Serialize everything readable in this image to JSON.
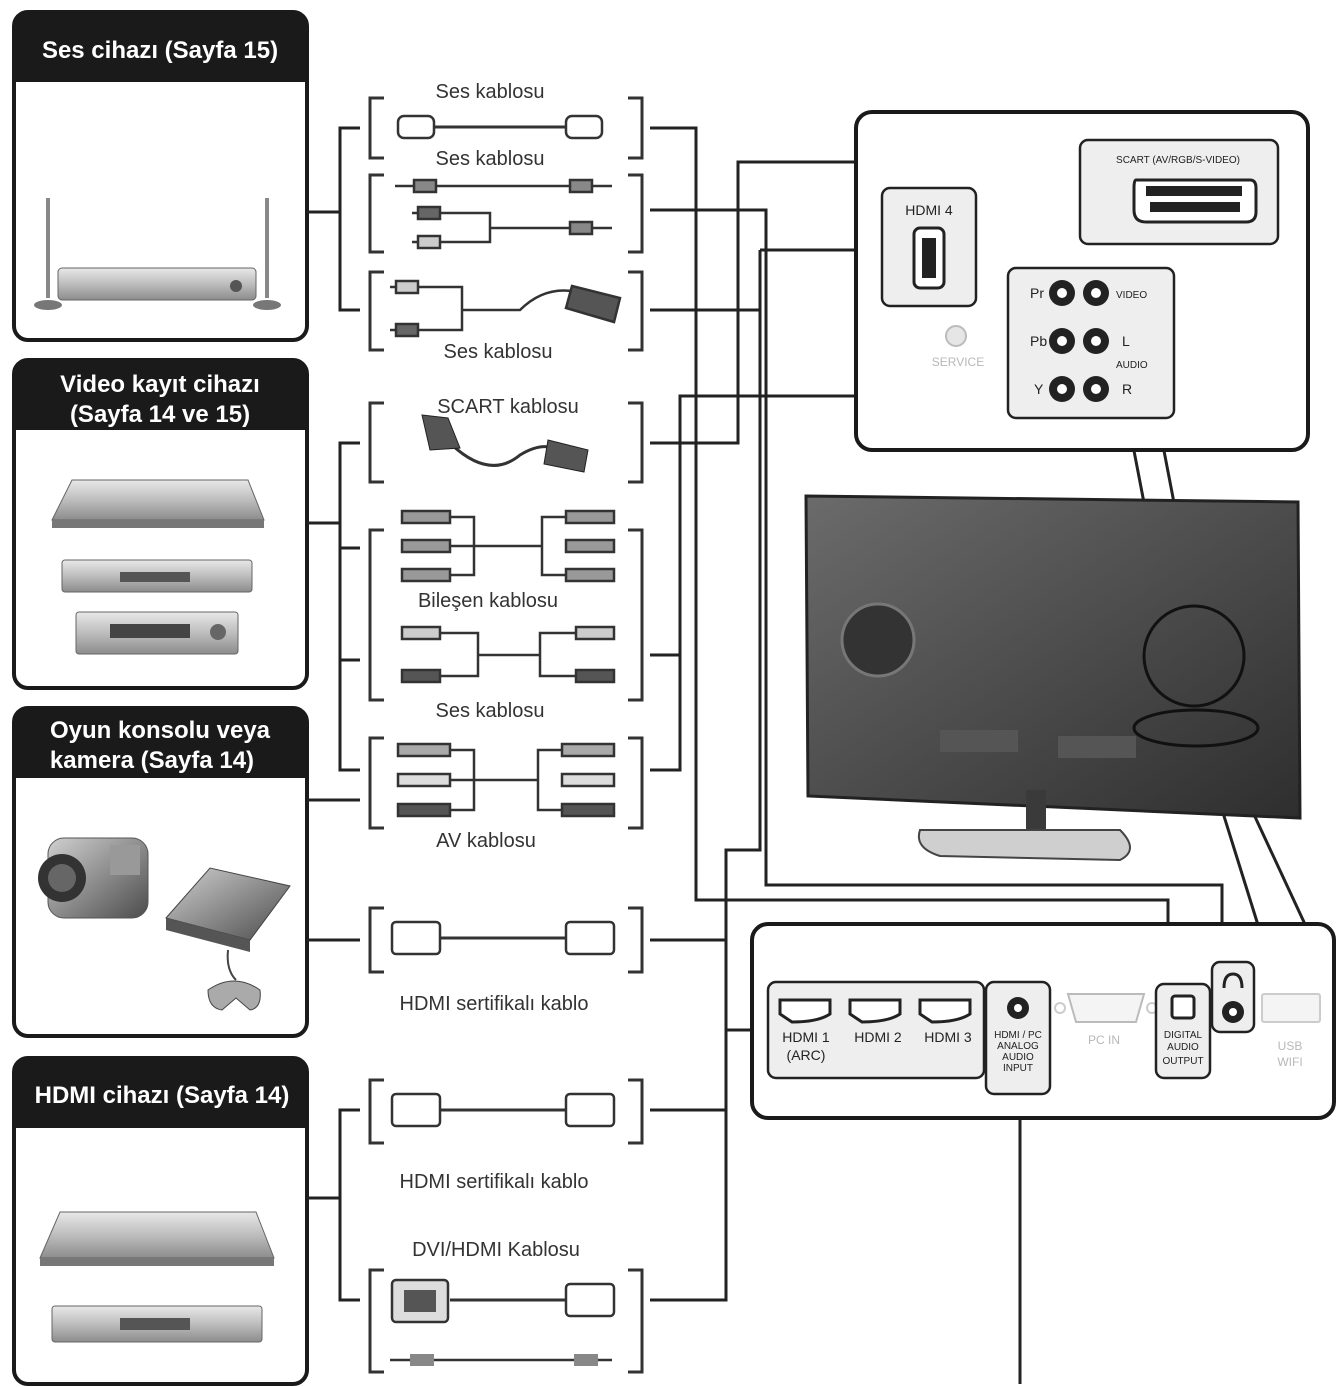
{
  "devices": {
    "audio": {
      "title": "Ses cihazı (Sayfa 15)"
    },
    "video_recorder": {
      "title_line1": "Video kayıt cihazı",
      "title_line2": "(Sayfa 14 ve 15)"
    },
    "game_camera": {
      "title_line1": "Oyun konsolu veya",
      "title_line2": "kamera (Sayfa 14)"
    },
    "hdmi_device": {
      "title": "HDMI cihazı (Sayfa 14)"
    }
  },
  "cables": {
    "audio_optical": "Ses kablosu",
    "audio_rca": "Ses kablosu",
    "audio_scart": "Ses kablosu",
    "scart": "SCART kablosu",
    "component": "Bileşen kablosu",
    "audio_component": "Ses kablosu",
    "av": "AV kablosu",
    "hdmi_game": "HDMI sertifikalı kablo",
    "hdmi_device": "HDMI sertifikalı kablo",
    "dvi_hdmi": "DVI/HDMI Kablosu"
  },
  "side_panel": {
    "scart_label": "SCART (AV/RGB/S-VIDEO)",
    "hdmi4_label": "HDMI 4",
    "service_label": "SERVICE",
    "pr": "Pr",
    "pb": "Pb",
    "y": "Y",
    "video": "VIDEO",
    "l": "L",
    "audio": "AUDIO",
    "r": "R"
  },
  "bottom_panel": {
    "hdmi1_line1": "HDMI 1",
    "hdmi1_line2": "(ARC)",
    "hdmi2": "HDMI 2",
    "hdmi3": "HDMI 3",
    "analog_line1": "HDMI / PC",
    "analog_line2": "ANALOG",
    "analog_line3": "AUDIO",
    "analog_line4": "INPUT",
    "pc_in": "PC IN",
    "digital_line1": "DIGITAL",
    "digital_line2": "AUDIO",
    "digital_line3": "OUTPUT",
    "usb_line1": "USB",
    "usb_line2": "WIFI"
  },
  "icons": {
    "headphone": "headphone-icon",
    "hdmi_port": "hdmi-port-icon",
    "scart_port": "scart-port-icon",
    "rca_jack": "rca-jack-icon",
    "optical_port": "optical-port-icon",
    "vga_port": "vga-port-icon",
    "usb_port": "usb-port-icon"
  },
  "colors": {
    "frame": "#1a1a1a",
    "line": "#222222",
    "device_gray": "#9a9a9a",
    "tv_body": "#4a4a4a"
  }
}
